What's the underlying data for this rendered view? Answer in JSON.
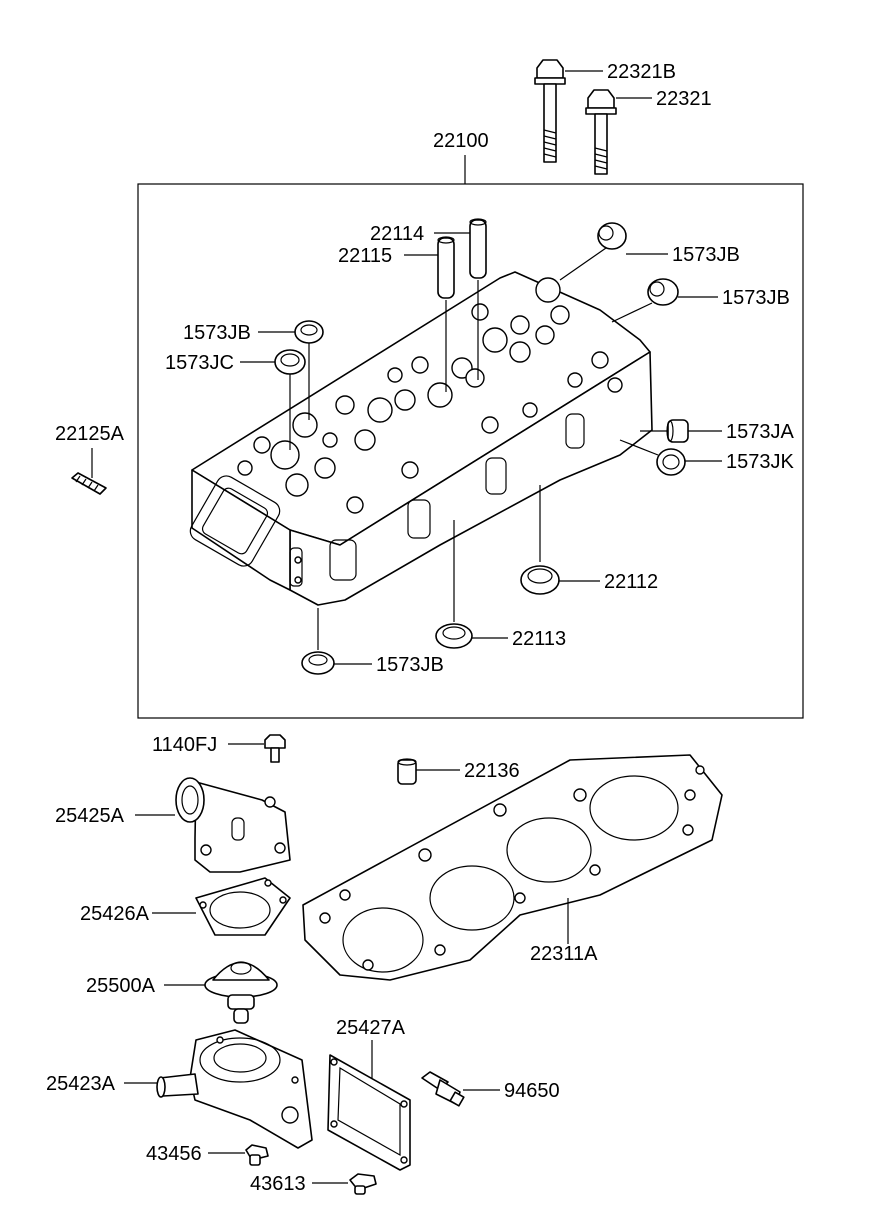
{
  "labels": {
    "p22321b": "22321B",
    "p22321": "22321",
    "p22100": "22100",
    "p22114": "22114",
    "p22115": "22115",
    "p1573jb_1": "1573JB",
    "p1573jb_2": "1573JB",
    "p1573jb_3": "1573JB",
    "p1573jc": "1573JC",
    "p1573ja": "1573JA",
    "p1573jk": "1573JK",
    "p22125a": "22125A",
    "p22112": "22112",
    "p22113": "22113",
    "p1573jb_4": "1573JB",
    "p1140fj": "1140FJ",
    "p22136": "22136",
    "p25425a": "25425A",
    "p25426a": "25426A",
    "p22311a": "22311A",
    "p25500a": "25500A",
    "p25427a": "25427A",
    "p25423a": "25423A",
    "p94650": "94650",
    "p43456": "43456",
    "p43613": "43613"
  }
}
